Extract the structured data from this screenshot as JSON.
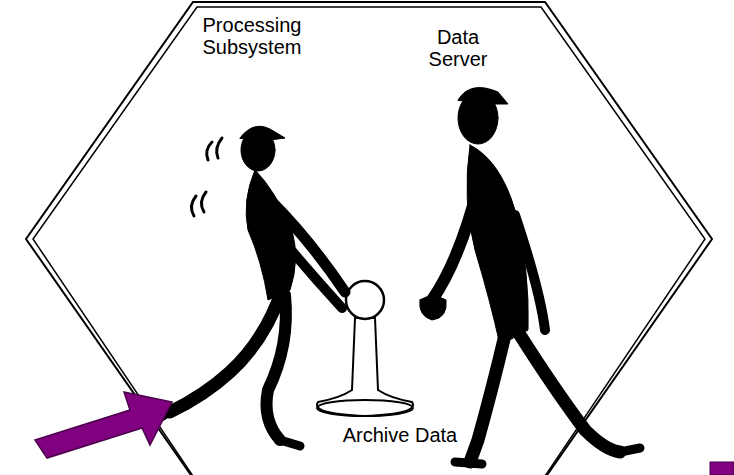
{
  "diagram": {
    "labels": [
      "Processing Subsystem",
      "Data Server",
      "Archive Data"
    ]
  }
}
